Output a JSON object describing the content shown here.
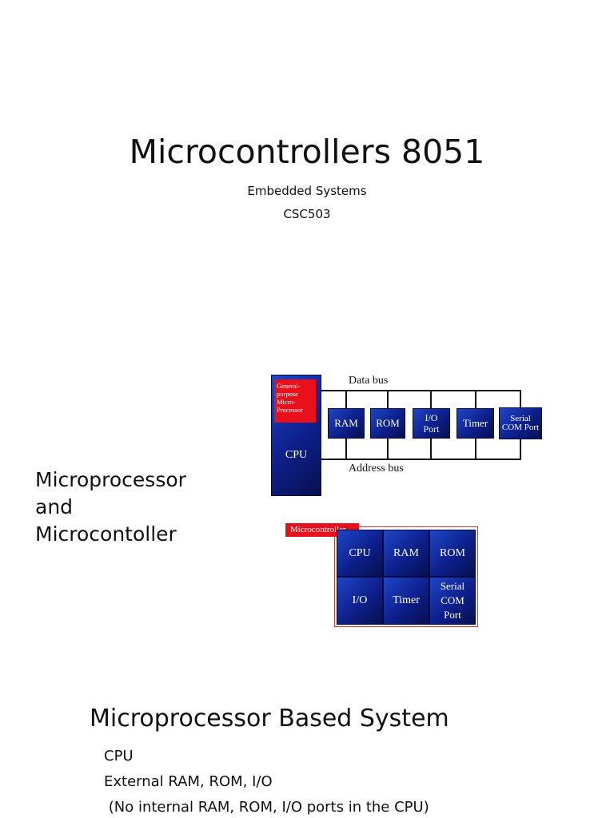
{
  "slide1": {
    "title": "Microcontrollers 8051",
    "subtitle1": "Embedded Systems",
    "subtitle2": "CSC503"
  },
  "slide2": {
    "side_title": "Microprocessor\nand\nMicrocontoller",
    "diagram1": {
      "data_bus_label": "Data bus",
      "address_bus_label": "Address bus",
      "cpu_tag": "General-purpose Micro-Processor",
      "cpu_label": "CPU",
      "blocks": [
        "RAM",
        "ROM",
        "I/O Port",
        "Timer",
        "Serial COM Port"
      ]
    },
    "diagram2": {
      "tag": "Microcontroller",
      "cells": [
        "CPU",
        "RAM",
        "ROM",
        "I/O",
        "Timer",
        "Serial COM Port"
      ]
    }
  },
  "slide3": {
    "title": "Microprocessor Based System",
    "bullets": [
      "CPU",
      "External RAM, ROM, I/O",
      " (No internal RAM, ROM, I/O ports in the CPU)"
    ]
  },
  "colors": {
    "block_blue": "#0d1f8a",
    "tag_red": "#e8101a"
  }
}
